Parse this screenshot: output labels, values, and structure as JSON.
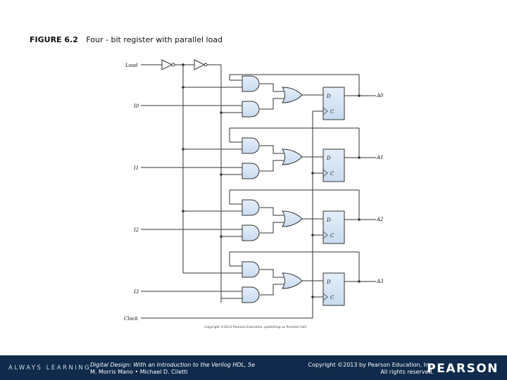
{
  "figure": {
    "number": "FIGURE 6.2",
    "caption": "Four - bit register with parallel load"
  },
  "inputs": {
    "load": "Load",
    "i0": "I0",
    "i1": "I1",
    "i2": "I2",
    "i3": "I3",
    "clock": "Clock"
  },
  "ff": {
    "d": "D",
    "c": "C"
  },
  "outputs": {
    "a0": "A0",
    "a1": "A1",
    "a2": "A2",
    "a3": "A3"
  },
  "copyright_small": "Copyright ©2013 Pearson Education, publishing as Prentice Hall",
  "colors": {
    "gate_fill": "#d5e3f4",
    "ff_fill": "#d5e3f4",
    "wire": "#333333",
    "footer_bg": "#0f2a4a"
  },
  "footer": {
    "brand": "ALWAYS LEARNING",
    "book_title": "Digital Design: With an Introduction to the Verilog HDL, 5e",
    "authors": "M. Morris Mano • Michael D. Ciletti",
    "copyright_line1": "Copyright ©2013 by Pearson Education, Inc.",
    "copyright_line2": "All rights reserved.",
    "logo": "PEARSON"
  }
}
